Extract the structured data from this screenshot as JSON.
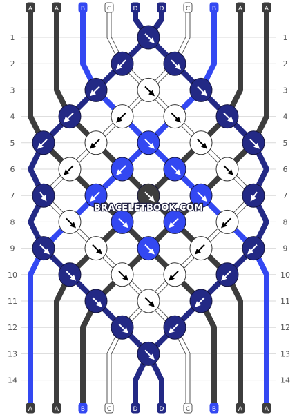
{
  "colors": {
    "A": "#3d3d3d",
    "B": "#3348f2",
    "C": "#ffffff",
    "D": "#232985"
  },
  "top_labels": [
    "A",
    "A",
    "B",
    "C",
    "D",
    "D",
    "C",
    "B",
    "A",
    "A"
  ],
  "bottom_labels": [
    "A",
    "A",
    "B",
    "C",
    "D",
    "D",
    "C",
    "B",
    "A",
    "A"
  ],
  "row_numbers": [
    "1",
    "2",
    "3",
    "4",
    "5",
    "6",
    "7",
    "8",
    "9",
    "10",
    "11",
    "12",
    "13",
    "14"
  ],
  "watermark": "BRACELETBOOK.COM",
  "knots": [
    {
      "row": 1,
      "col": 4,
      "color": "D",
      "arrow": "se"
    },
    {
      "row": 2,
      "col": 3,
      "color": "D",
      "arrow": "sw"
    },
    {
      "row": 2,
      "col": 5,
      "color": "D",
      "arrow": "se"
    },
    {
      "row": 3,
      "col": 2,
      "color": "D",
      "arrow": "sw"
    },
    {
      "row": 3,
      "col": 4,
      "color": "C",
      "arrow": "se"
    },
    {
      "row": 3,
      "col": 6,
      "color": "D",
      "arrow": "se"
    },
    {
      "row": 4,
      "col": 1,
      "color": "D",
      "arrow": "sw"
    },
    {
      "row": 4,
      "col": 3,
      "color": "C",
      "arrow": "sw"
    },
    {
      "row": 4,
      "col": 5,
      "color": "C",
      "arrow": "se"
    },
    {
      "row": 4,
      "col": 7,
      "color": "D",
      "arrow": "se"
    },
    {
      "row": 5,
      "col": 0,
      "color": "D",
      "arrow": "sw"
    },
    {
      "row": 5,
      "col": 2,
      "color": "C",
      "arrow": "sw"
    },
    {
      "row": 5,
      "col": 4,
      "color": "B",
      "arrow": "se"
    },
    {
      "row": 5,
      "col": 6,
      "color": "C",
      "arrow": "se"
    },
    {
      "row": 5,
      "col": 8,
      "color": "D",
      "arrow": "se"
    },
    {
      "row": 6,
      "col": 1,
      "color": "C",
      "arrow": "sw"
    },
    {
      "row": 6,
      "col": 3,
      "color": "B",
      "arrow": "sw"
    },
    {
      "row": 6,
      "col": 5,
      "color": "B",
      "arrow": "se"
    },
    {
      "row": 6,
      "col": 7,
      "color": "C",
      "arrow": "se"
    },
    {
      "row": 7,
      "col": 0,
      "color": "D",
      "arrow": "se-l"
    },
    {
      "row": 7,
      "col": 2,
      "color": "B",
      "arrow": "sw"
    },
    {
      "row": 7,
      "col": 4,
      "color": "A",
      "arrow": "se"
    },
    {
      "row": 7,
      "col": 6,
      "color": "B",
      "arrow": "se"
    },
    {
      "row": 7,
      "col": 8,
      "color": "D",
      "arrow": "sw-l"
    },
    {
      "row": 8,
      "col": 1,
      "color": "C",
      "arrow": "se"
    },
    {
      "row": 8,
      "col": 3,
      "color": "B",
      "arrow": "se"
    },
    {
      "row": 8,
      "col": 5,
      "color": "B",
      "arrow": "sw"
    },
    {
      "row": 8,
      "col": 7,
      "color": "C",
      "arrow": "sw"
    },
    {
      "row": 9,
      "col": 0,
      "color": "D",
      "arrow": "se"
    },
    {
      "row": 9,
      "col": 2,
      "color": "C",
      "arrow": "se"
    },
    {
      "row": 9,
      "col": 4,
      "color": "B",
      "arrow": "se"
    },
    {
      "row": 9,
      "col": 6,
      "color": "C",
      "arrow": "sw"
    },
    {
      "row": 9,
      "col": 8,
      "color": "D",
      "arrow": "sw"
    },
    {
      "row": 10,
      "col": 1,
      "color": "D",
      "arrow": "se"
    },
    {
      "row": 10,
      "col": 3,
      "color": "C",
      "arrow": "se"
    },
    {
      "row": 10,
      "col": 5,
      "color": "C",
      "arrow": "sw"
    },
    {
      "row": 10,
      "col": 7,
      "color": "D",
      "arrow": "sw"
    },
    {
      "row": 11,
      "col": 2,
      "color": "D",
      "arrow": "se"
    },
    {
      "row": 11,
      "col": 4,
      "color": "C",
      "arrow": "se"
    },
    {
      "row": 11,
      "col": 6,
      "color": "D",
      "arrow": "sw"
    },
    {
      "row": 12,
      "col": 3,
      "color": "D",
      "arrow": "se"
    },
    {
      "row": 12,
      "col": 5,
      "color": "D",
      "arrow": "sw"
    },
    {
      "row": 13,
      "col": 4,
      "color": "D",
      "arrow": "se"
    }
  ]
}
